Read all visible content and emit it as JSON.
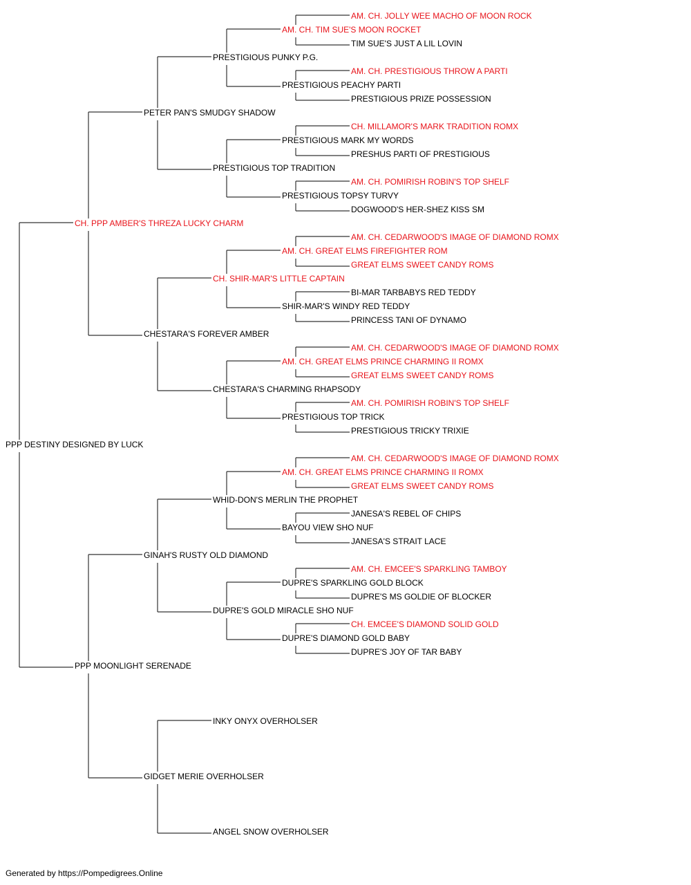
{
  "colors": {
    "champion": "#e8141b",
    "normal": "#000000",
    "line": "#333333"
  },
  "pedigree": {
    "name": "PPP DESTINY DESIGNED BY LUCK",
    "champion": false,
    "sire": {
      "name": "CH. PPP AMBER'S THREZA LUCKY CHARM",
      "champion": true,
      "sire": {
        "name": "PETER PAN'S SMUDGY SHADOW",
        "champion": false,
        "sire": {
          "name": "PRESTIGIOUS PUNKY P.G.",
          "champion": false,
          "sire": {
            "name": "AM. CH. TIM SUE'S MOON ROCKET",
            "champion": true,
            "sire": {
              "name": "AM. CH. JOLLY WEE MACHO OF MOON ROCK",
              "champion": true
            },
            "dam": {
              "name": "TIM SUE'S JUST A LIL LOVIN",
              "champion": false
            }
          },
          "dam": {
            "name": "PRESTIGIOUS PEACHY PARTI",
            "champion": false,
            "sire": {
              "name": "AM. CH. PRESTIGIOUS THROW A PARTI",
              "champion": true
            },
            "dam": {
              "name": "PRESTIGIOUS PRIZE POSSESSION",
              "champion": false
            }
          }
        },
        "dam": {
          "name": "PRESTIGIOUS TOP TRADITION",
          "champion": false,
          "sire": {
            "name": "PRESTIGIOUS MARK MY WORDS",
            "champion": false,
            "sire": {
              "name": "CH. MILLAMOR'S MARK TRADITION ROMX",
              "champion": true
            },
            "dam": {
              "name": "PRESHUS PARTI OF PRESTIGIOUS",
              "champion": false
            }
          },
          "dam": {
            "name": "PRESTIGIOUS TOPSY TURVY",
            "champion": false,
            "sire": {
              "name": "AM. CH. POMIRISH ROBIN'S TOP SHELF",
              "champion": true
            },
            "dam": {
              "name": "DOGWOOD'S HER-SHEZ KISS SM",
              "champion": false
            }
          }
        }
      },
      "dam": {
        "name": "CHESTARA'S FOREVER AMBER",
        "champion": false,
        "sire": {
          "name": "CH. SHIR-MAR'S LITTLE CAPTAIN",
          "champion": true,
          "sire": {
            "name": "AM. CH. GREAT ELMS FIREFIGHTER ROM",
            "champion": true,
            "sire": {
              "name": "AM. CH. CEDARWOOD'S IMAGE OF DIAMOND ROMX",
              "champion": true
            },
            "dam": {
              "name": "GREAT ELMS SWEET CANDY ROMS",
              "champion": true
            }
          },
          "dam": {
            "name": "SHIR-MAR'S WINDY RED TEDDY",
            "champion": false,
            "sire": {
              "name": "BI-MAR TARBABYS RED TEDDY",
              "champion": false
            },
            "dam": {
              "name": "PRINCESS TANI OF DYNAMO",
              "champion": false
            }
          }
        },
        "dam": {
          "name": "CHESTARA'S CHARMING RHAPSODY",
          "champion": false,
          "sire": {
            "name": "AM. CH. GREAT ELMS PRINCE CHARMING II ROMX",
            "champion": true,
            "sire": {
              "name": "AM. CH. CEDARWOOD'S IMAGE OF DIAMOND ROMX",
              "champion": true
            },
            "dam": {
              "name": "GREAT ELMS SWEET CANDY ROMS",
              "champion": true
            }
          },
          "dam": {
            "name": "PRESTIGIOUS TOP TRICK",
            "champion": false,
            "sire": {
              "name": "AM. CH. POMIRISH ROBIN'S TOP SHELF",
              "champion": true
            },
            "dam": {
              "name": "PRESTIGIOUS TRICKY TRIXIE",
              "champion": false
            }
          }
        }
      }
    },
    "dam": {
      "name": "PPP MOONLIGHT SERENADE",
      "champion": false,
      "sire": {
        "name": "GINAH'S RUSTY OLD DIAMOND",
        "champion": false,
        "sire": {
          "name": "WHID-DON'S MERLIN THE PROPHET",
          "champion": false,
          "sire": {
            "name": "AM. CH. GREAT ELMS PRINCE CHARMING II ROMX",
            "champion": true,
            "sire": {
              "name": "AM. CH. CEDARWOOD'S IMAGE OF DIAMOND ROMX",
              "champion": true
            },
            "dam": {
              "name": "GREAT ELMS SWEET CANDY ROMS",
              "champion": true
            }
          },
          "dam": {
            "name": "BAYOU VIEW SHO NUF",
            "champion": false,
            "sire": {
              "name": "JANESA'S REBEL OF CHIPS",
              "champion": false
            },
            "dam": {
              "name": "JANESA'S STRAIT LACE",
              "champion": false
            }
          }
        },
        "dam": {
          "name": "DUPRE'S GOLD MIRACLE SHO NUF",
          "champion": false,
          "sire": {
            "name": "DUPRE'S SPARKLING GOLD BLOCK",
            "champion": false,
            "sire": {
              "name": "AM. CH. EMCEE'S SPARKLING TAMBOY",
              "champion": true
            },
            "dam": {
              "name": "DUPRE'S MS GOLDIE OF BLOCKER",
              "champion": false
            }
          },
          "dam": {
            "name": "DUPRE'S DIAMOND GOLD BABY",
            "champion": false,
            "sire": {
              "name": "CH. EMCEE'S DIAMOND SOLID GOLD",
              "champion": true
            },
            "dam": {
              "name": "DUPRE'S JOY OF TAR BABY",
              "champion": false
            }
          }
        }
      },
      "dam": {
        "name": "GIDGET MERIE OVERHOLSER",
        "champion": false,
        "sire": {
          "name": "INKY ONYX OVERHOLSER",
          "champion": false
        },
        "dam": {
          "name": "ANGEL SNOW OVERHOLSER",
          "champion": false
        }
      }
    }
  },
  "footer": {
    "text": "Generated by https://Pompedigrees.Online"
  }
}
